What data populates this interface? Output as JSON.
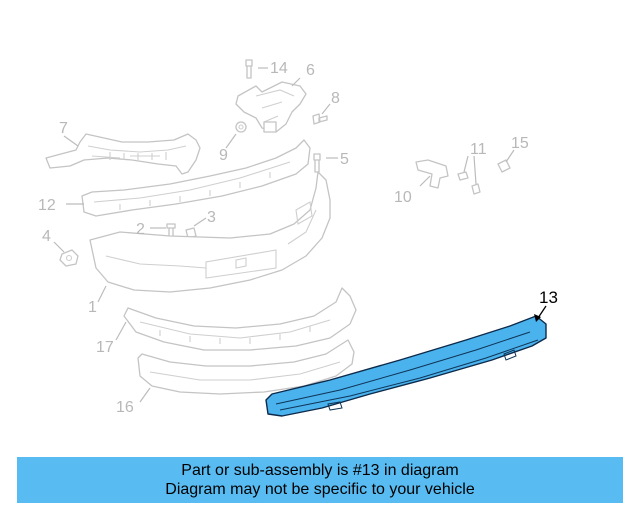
{
  "diagram": {
    "highlight_color": "#4ab3ee",
    "callouts": [
      {
        "id": "c1",
        "text": "1"
      },
      {
        "id": "c2",
        "text": "2"
      },
      {
        "id": "c3",
        "text": "3"
      },
      {
        "id": "c4",
        "text": "4"
      },
      {
        "id": "c5",
        "text": "5"
      },
      {
        "id": "c6",
        "text": "6"
      },
      {
        "id": "c7",
        "text": "7"
      },
      {
        "id": "c8",
        "text": "8"
      },
      {
        "id": "c9",
        "text": "9"
      },
      {
        "id": "c10",
        "text": "10"
      },
      {
        "id": "c11",
        "text": "11"
      },
      {
        "id": "c12",
        "text": "12"
      },
      {
        "id": "c13",
        "text": "13"
      },
      {
        "id": "c14",
        "text": "14"
      },
      {
        "id": "c15",
        "text": "15"
      },
      {
        "id": "c16",
        "text": "16"
      },
      {
        "id": "c17",
        "text": "17"
      }
    ]
  },
  "banner": {
    "background": "#58bcf2",
    "line1": "Part or sub-assembly is #13 in diagram",
    "line2": "Diagram may not be specific to your vehicle"
  }
}
